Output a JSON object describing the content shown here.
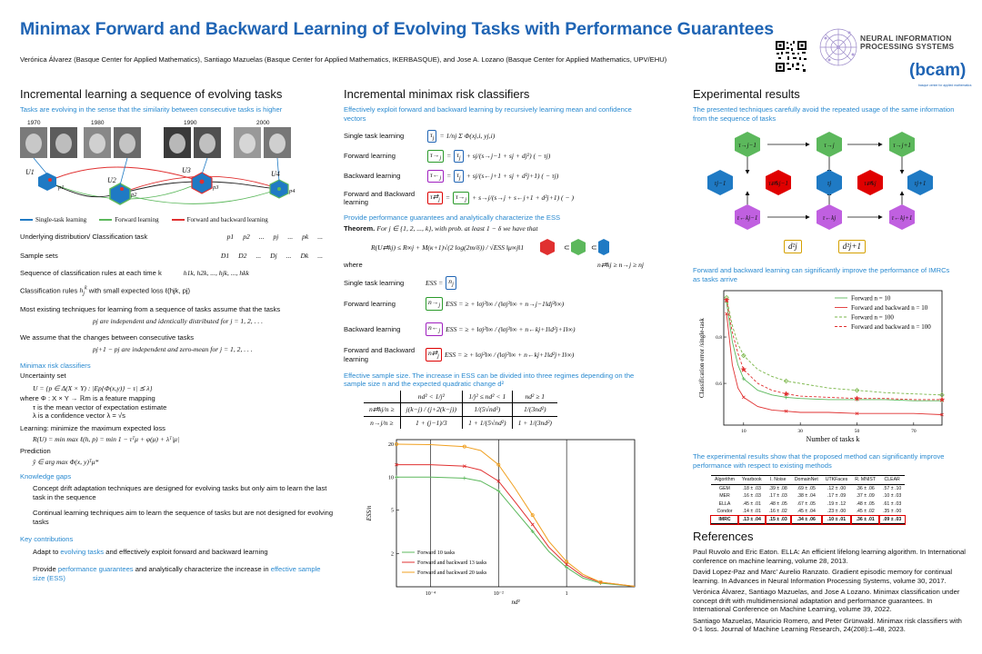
{
  "title": "Minimax Forward and Backward Learning of Evolving Tasks with Performance Guarantees",
  "authors": "Verónica Álvarez (Basque Center for Applied Mathematics), Santiago Mazuelas (Basque Center for Applied Mathematics, IKERBASQUE), and Jose A. Lozano (Basque Center for Applied Mathematics, UPV/EHU)",
  "logos": {
    "neurips": "NEURAL INFORMATION PROCESSING SYSTEMS",
    "bcam": "bcam",
    "bcam_sub": "basque center for applied mathematics"
  },
  "col1": {
    "heading": "Incremental learning a sequence of evolving tasks",
    "intro": "Tasks are evolving in the sense that the similarity between consecutive tasks is higher",
    "years": [
      "1970",
      "1980",
      "1990",
      "2000"
    ],
    "tasks": [
      "U1",
      "U2",
      "U3",
      "U4"
    ],
    "points": [
      "p1",
      "p2",
      "p3",
      "p4"
    ],
    "legend": [
      "Single-task learning",
      "Forward learning",
      "Forward and backward learning"
    ],
    "dist_label": "Underlying distribution/ Classification task",
    "dist_seq": [
      "p1",
      "p2",
      "...",
      "pj",
      "...",
      "pk",
      "..."
    ],
    "sample_label": "Sample sets",
    "sample_seq": [
      "D1",
      "D2",
      "...",
      "Dj",
      "...",
      "Dk",
      "..."
    ],
    "seq_rules": "Sequence of classification rules at each time k",
    "seq_rules_math": "h1k, h2k, ..., hjk, ..., hkk",
    "class_rules": "Classification rules",
    "class_rules_tail": "with small expected loss ℓ(hjk, pj)",
    "assume1": "Most existing techniques for learning from a sequence of tasks assume that the tasks",
    "assume1b": "pj  are independent and identically distributed for  j = 1, 2, . . .",
    "assume2": "We assume that the changes between consecutive tasks",
    "assume2b": "pj+1 − pj  are independent and zero-mean for  j = 1, 2, . . .",
    "mrc_heading": "Minimax risk classifiers",
    "uncertainty": "Uncertainty set",
    "uset": "U = {p ∈ Δ(X × Y) : |Ep{Φ(x,y)} − τ| ⪯ λ}",
    "where": "where  Φ : X × Y → ℝm  is a feature mapping",
    "tau": "τ  is the mean vector of expectation estimate",
    "lambda": "λ  is a confidence vector  λ = √s",
    "learning": "Learning: minimize the maximum expected loss",
    "learning_eq": "R(U) = min max ℓ(h, p) = min 1 − τᵀμ + φ(μ) + λᵀ|μ|",
    "prediction": "Prediction",
    "prediction_eq": "ŷ ∈ arg max Φ(x, y)ᵀμ*",
    "gaps_heading": "Knowledge gaps",
    "gap1": "Concept drift adaptation techniques are designed for evolving tasks but only aim to learn the last task in the sequence",
    "gap2": "Continual learning techniques aim to learn the sequence of tasks but are not designed for evolving tasks",
    "contrib_heading": "Key contributions",
    "contrib1a": "Adapt to ",
    "contrib1b": "evolving tasks",
    "contrib1c": " and effectively exploit forward and backward learning",
    "contrib2a": "Provide ",
    "contrib2b": "performance guarantees",
    "contrib2c": " and analytically characterize the increase in ",
    "contrib2d": "effective sample size (ESS)"
  },
  "col2": {
    "heading": "Incremental minimax risk classifiers",
    "intro": "Effectively exploit forward and backward learning by recursively learning mean and confidence vectors",
    "rows": [
      {
        "label": "Single task learning",
        "eq": "= 1/nj Σ Φ(xj,i, yj,i)"
      },
      {
        "label": "Forward learning",
        "eq": "+ sj/(s→j−1 + sj + dj²) ( − τj)"
      },
      {
        "label": "Backward learning",
        "eq": "+ sj/(s←j+1 + sj + d²j+1) ( − τj)"
      },
      {
        "label": "Forward and Backward learning",
        "eq": "+ s→j/(s→j + s←j+1 + d²j+1) ( − )"
      }
    ],
    "guar_heading": "Provide performance guarantees and analytically characterize the ESS",
    "theorem_label": "Theorem.",
    "theorem_text": "For  j ∈ {1, 2, ..., k}, with prob. at least 1 − δ  we have that",
    "theorem_eq": "R(U⇄kj) ≤ R∞j + M(κ+1)√(2 log(2m/δ)) / √ESS  ‖μ∞j‖1",
    "where": "where",
    "ineq": "n⇄kj ≥ n→j ≥ nj",
    "ess_rows": [
      {
        "label": "Single task learning",
        "eq": "ESS  ="
      },
      {
        "label": "Forward learning",
        "eq": "ESS  =  ≥  +  ‖σj²‖∞ / (‖σj²‖∞ + n→j−1‖dj²‖∞)"
      },
      {
        "label": "Backward learning",
        "eq": "ESS  =  ≥  +  ‖σj²‖∞ / (‖σj²‖∞ + n←kj+1‖d²j+1‖∞)"
      },
      {
        "label": "Forward and Backward learning",
        "eq": "ESS  =  ≥  +  ‖σj²‖∞ / (‖σj²‖∞ + n←kj+1‖d²j+1‖∞)"
      }
    ],
    "ess_heading": "Effective sample size. The increase in ESS can be divided into three regimes depending on the sample size n and the expected quadratic change d²",
    "regimes": [
      "nd² < 1/j²",
      "1/j² ≤ nd² < 1",
      "nd² ≥ 1"
    ],
    "regime_r1": [
      "j(k−j) / (j+2(k−j))",
      "1/(5√nd²)",
      "1/(3nd²)"
    ],
    "regime_r2": [
      "1 + (j−1)/3",
      "1 + 1/(5√nd²)",
      "1 + 1/(3nd²)"
    ],
    "row_lbl1": "n⇄kj/n ≥",
    "row_lbl2": "n→j/n ≥",
    "row_lbl_sub": "n→j/n +"
  },
  "chart_data": [
    {
      "type": "line",
      "xlabel": "nd²",
      "ylabel": "ESS/n",
      "x_scale": "log",
      "y_scale": "log",
      "x_ticks": [
        "10⁻⁴",
        "10⁻²",
        "1"
      ],
      "y_ticks": [
        "2",
        "5",
        "10",
        "20"
      ],
      "xlim": [
        1e-05,
        100
      ],
      "ylim": [
        1,
        22
      ],
      "legend_position": "bottom-left",
      "series": [
        {
          "name": "Forward 10 tasks",
          "color": "#5cb85c",
          "x": [
            1e-05,
            0.0001,
            0.001,
            0.003,
            0.01,
            0.03,
            0.1,
            0.3,
            1,
            3,
            10,
            100
          ],
          "y": [
            10,
            10,
            9.8,
            9.2,
            7.5,
            5.0,
            3.2,
            2.1,
            1.5,
            1.2,
            1.08,
            1.01
          ]
        },
        {
          "name": "Forward and backward 13 tasks",
          "color": "#e03030",
          "x": [
            1e-05,
            0.0001,
            0.001,
            0.003,
            0.01,
            0.03,
            0.1,
            0.3,
            1,
            3,
            10,
            100
          ],
          "y": [
            13,
            13,
            12.6,
            11.6,
            9.2,
            6.0,
            3.7,
            2.3,
            1.6,
            1.25,
            1.1,
            1.01
          ]
        },
        {
          "name": "Forward and backward 20 tasks",
          "color": "#f0a020",
          "x": [
            1e-05,
            0.0001,
            0.001,
            0.003,
            0.01,
            0.03,
            0.1,
            0.3,
            1,
            3,
            10,
            100
          ],
          "y": [
            20,
            19.8,
            19,
            17.5,
            13,
            8,
            4.5,
            2.6,
            1.7,
            1.3,
            1.1,
            1.01
          ]
        }
      ]
    },
    {
      "type": "line",
      "xlabel": "Number of tasks k",
      "ylabel": "Classification error /single-task",
      "x_ticks": [
        "10",
        "30",
        "50",
        "70"
      ],
      "y_ticks": [
        "0.6",
        "0.8"
      ],
      "xlim": [
        3,
        80
      ],
      "ylim": [
        0.42,
        1.0
      ],
      "legend_position": "top-right",
      "series": [
        {
          "name": "Forward n = 10",
          "color": "#5cb85c",
          "marker": "plus",
          "x": [
            4,
            6,
            8,
            10,
            15,
            20,
            25,
            30,
            40,
            50,
            60,
            70,
            80
          ],
          "y": [
            0.95,
            0.78,
            0.68,
            0.62,
            0.57,
            0.55,
            0.54,
            0.535,
            0.53,
            0.53,
            0.53,
            0.525,
            0.525
          ]
        },
        {
          "name": "Forward and backward n = 10",
          "color": "#e03030",
          "marker": "x",
          "x": [
            4,
            6,
            8,
            10,
            15,
            20,
            25,
            30,
            40,
            50,
            60,
            70,
            80
          ],
          "y": [
            0.9,
            0.68,
            0.58,
            0.54,
            0.5,
            0.485,
            0.48,
            0.475,
            0.475,
            0.47,
            0.47,
            0.47,
            0.465
          ]
        },
        {
          "name": "Forward n = 100",
          "color": "#7ab648",
          "marker": "diamond",
          "x": [
            4,
            6,
            8,
            10,
            15,
            20,
            25,
            30,
            40,
            50,
            60,
            70,
            80
          ],
          "y": [
            0.97,
            0.85,
            0.77,
            0.72,
            0.66,
            0.63,
            0.61,
            0.6,
            0.58,
            0.57,
            0.56,
            0.555,
            0.55
          ]
        },
        {
          "name": "Forward and backward n = 100",
          "color": "#e03030",
          "marker": "star",
          "x": [
            4,
            6,
            8,
            10,
            15,
            20,
            25,
            30,
            40,
            50,
            60,
            70,
            80
          ],
          "y": [
            0.96,
            0.82,
            0.73,
            0.66,
            0.6,
            0.57,
            0.555,
            0.545,
            0.54,
            0.535,
            0.535,
            0.53,
            0.53
          ]
        }
      ]
    }
  ],
  "col3": {
    "heading": "Experimental results",
    "intro": "The presented techniques carefully avoid the repeated usage of the same information from the sequence of tasks",
    "nodes_top": [
      "τ→j−1",
      "τ→j",
      "τ→j+1"
    ],
    "nodes_mid": [
      "τj−1",
      "τ⇄kj−1",
      "τj",
      "τ⇄kj",
      "τj+1"
    ],
    "nodes_bot": [
      "τ←kj−1",
      "τ←kj",
      "τ←kj+1"
    ],
    "d_nodes": [
      "d²j",
      "d²j+1"
    ],
    "chart_heading": "Forward and backward learning can significantly improve the performance of IMRCs as tasks arrive",
    "table_heading": "The experimental results show that the proposed method can significantly improve performance with respect to existing methods",
    "table_cols": [
      "Algorithm",
      "Yearbook",
      "I. Noise",
      "DomainNet",
      "UTKFaces",
      "R. MNIST",
      "CLEAR"
    ],
    "table_rows": [
      [
        "GEM",
        ".18 ± .03",
        ".39 ± .08",
        ".69 ± .05",
        ".12 ± .00",
        ".36 ± .06",
        ".57 ± .10"
      ],
      [
        "MER",
        ".16 ± .03",
        ".17 ± .03",
        ".38 ± .04",
        ".17 ± .09",
        ".37 ± .09",
        ".10 ± .03"
      ],
      [
        "ELLA",
        ".45 ± .01",
        ".48 ± .05",
        ".67 ± .05",
        ".19 ± .12",
        ".48 ± .05",
        ".61 ± .03"
      ],
      [
        "Condor",
        ".14 ± .01",
        ".16 ± .02",
        ".45 ± .04",
        ".23 ± .00",
        ".45 ± .02",
        ".35 ± .00"
      ],
      [
        "IMRC",
        ".13 ± .04",
        ".15 ± .03",
        ".34 ± .06",
        ".10 ± .01",
        ".36 ± .01",
        ".09 ± .03"
      ]
    ],
    "refs_heading": "References",
    "refs": [
      "Paul Ruvolo and Eric Eaton. ELLA: An efficient lifelong learning algorithm. In International conference on machine learning, volume 28, 2013.",
      "David Lopez-Paz and Marc’ Aurelio Ranzato. Gradient episodic memory for continual learning. In Advances in Neural Information Processing Systems, volume 30, 2017.",
      "Verónica Álvarez, Santiago Mazuelas, and Jose A Lozano. Minimax classification under concept drift with multidimensional adaptation and performance guarantees. In International Conference on Machine Learning, volume 39, 2022.",
      "Santiago Mazuelas, Mauricio Romero, and Peter Grünwald. Minimax risk classifiers with 0-1 loss. Journal of Machine Learning Research, 24(208):1–48, 2023."
    ]
  }
}
